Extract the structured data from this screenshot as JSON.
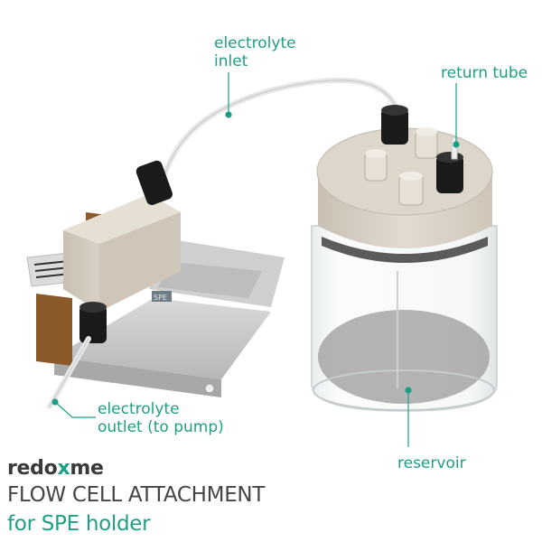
{
  "labels": {
    "inlet": [
      "electrolyte",
      "inlet"
    ],
    "return_tube": "return tube",
    "outlet": [
      "electrolyte",
      "outlet (to pump)"
    ],
    "reservoir": "reservoir"
  },
  "brand": {
    "name_prefix": "redo",
    "name_x": "x",
    "name_suffix": "me"
  },
  "title": {
    "line1": "FLOW CELL ATTACHMENT",
    "line2": "for SPE holder"
  },
  "holder_marking": "SPE",
  "icons": [
    "electrode-strip-icon",
    "connector-cap-icon"
  ],
  "colors": {
    "accent": "#1f9e86",
    "text_dark": "#444444",
    "body_beige": "#d8d0c4",
    "cap_black": "#1a1a1a",
    "electrode_brown": "#8a5a2a"
  }
}
